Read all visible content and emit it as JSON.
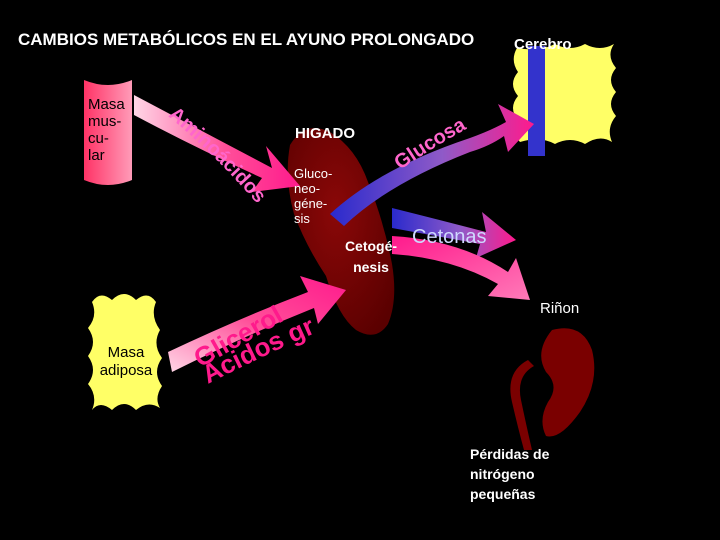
{
  "title": "CAMBIOS METABÓLICOS EN EL AYUNO PROLONGADO",
  "brain_label": "Cerebro",
  "muscle_label": "Masa\nmus-\ncu-\nlar",
  "adipose_label": "Masa\nadiposa",
  "liver_label": "HIGADO",
  "gluconeogenesis_label": "Gluco-\nneo-\ngéne-\nsis",
  "ketogenesis_label": "Cetogé-\nnesis",
  "amino_acids_label": "Aminoácidos",
  "glucose_label": "Glucosa",
  "ketones_label": "Cetonas",
  "glycerol_label": "Glicerol",
  "fatty_acids_label": "Acidos grasos",
  "kidney_label": "Riñon",
  "nitrogen_loss_label": "Pérdidas de\nnitrógeno\npequeñas",
  "colors": {
    "background": "#000000",
    "brain": "#ffff66",
    "brain_bar": "#3333cc",
    "muscle": "#ff3366",
    "adipose": "#ffff66",
    "liver": "#6e0000",
    "kidney": "#7a0000",
    "arrow_pink": "#ff1a8c",
    "arrow_blue": "#2a2acc",
    "label_pink": "#ff66cc",
    "ketones_text": "#cfd8ff"
  }
}
